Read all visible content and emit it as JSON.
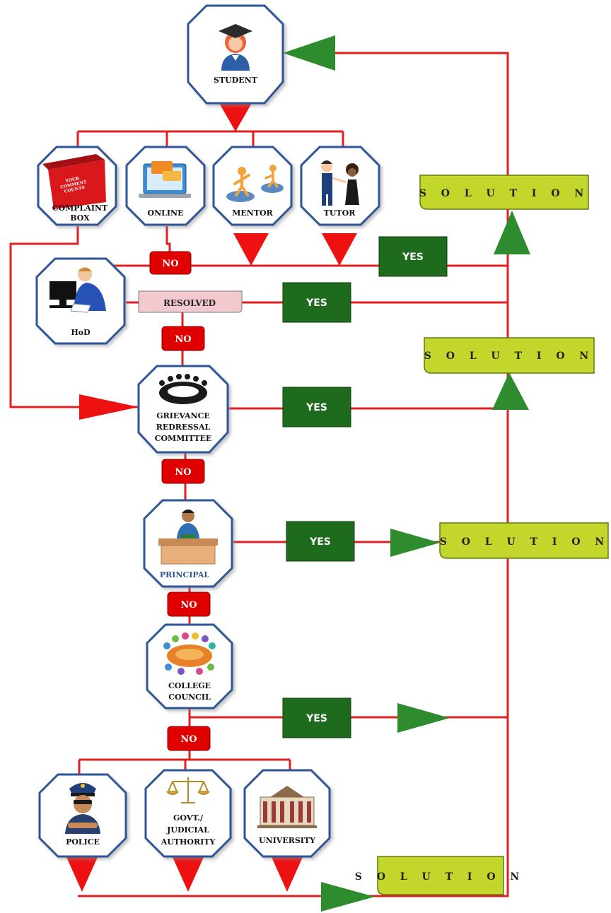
{
  "nodes": {
    "student": "STUDENT",
    "complaint_box": [
      "COMPLAINT",
      "BOX"
    ],
    "complaint_box_sign": [
      "YOUR",
      "COMMENT",
      "COUNTS"
    ],
    "online": "ONLINE",
    "mentor": "MENTOR",
    "tutor": "TUTOR",
    "hod": "HoD",
    "resolved": "RESOLVED",
    "grievance": [
      "GRIEVANCE",
      "REDRESSAL",
      "COMMITTEE"
    ],
    "principal": "PRINCIPAL",
    "college_council": [
      "COLLEGE",
      "COUNCIL"
    ],
    "police": "POLICE",
    "govt": [
      "GOVT./",
      "JUDICIAL",
      "AUTHORITY"
    ],
    "university": "UNIVERSITY"
  },
  "labels": {
    "yes": "YES",
    "no": "NO",
    "solution": "S O L U T I O N"
  },
  "colors": {
    "line": "#e02020",
    "arrow_red": "#ee1111",
    "arrow_green": "#2e8b2e",
    "yes_box": "#1e6b1e",
    "no_box": "#e00000",
    "solution_fill": "#c2d62c",
    "resolved_fill": "#f1c9cf",
    "octagon_fill": "#ffffff",
    "octagon_stroke": "#2f5597"
  }
}
